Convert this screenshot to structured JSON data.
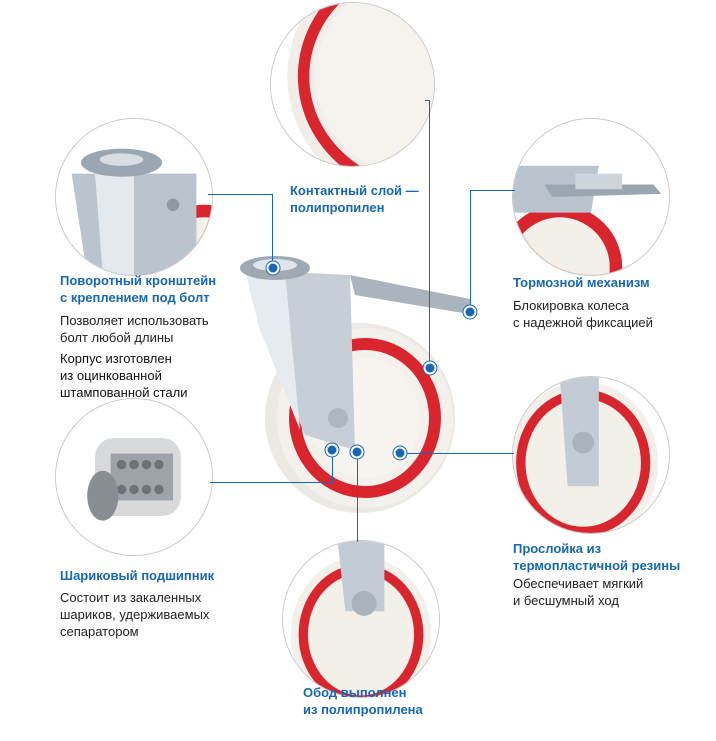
{
  "callouts": {
    "contact_layer": {
      "title": "Контактный слой —\nполипропилен"
    },
    "brake": {
      "title": "Тормозной механизм",
      "text": "Блокировка колеса\nс надежной фиксацией"
    },
    "bracket": {
      "title": "Поворотный кронштейн\nс креплением под болт",
      "text": "Позволяет использовать\nболт любой длины",
      "text2": "Корпус изготовлен\nиз оцинкованной\nштампованной стали"
    },
    "bearing": {
      "title": "Шариковый подшипник",
      "text": "Состоит из закаленных\nшариков, удерживаемых\nсепаратором"
    },
    "rubber_layer": {
      "title": "Прослойка из\nтермопластичной резины",
      "text": "Обеспечивает мягкий\nи бесшумный ход"
    },
    "rim": {
      "title": "Обод выполнен\nиз полипропилена"
    }
  },
  "colors": {
    "accent": "#1667b8",
    "wheel_red": "#d9252e",
    "wheel_white": "#f2efea"
  }
}
